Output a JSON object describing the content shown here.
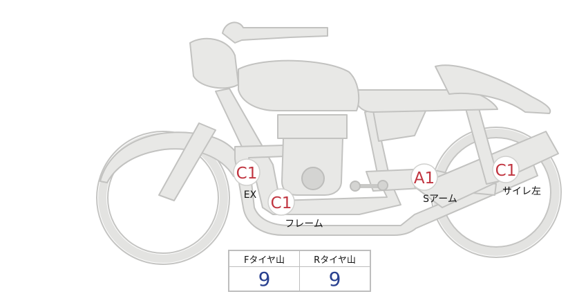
{
  "inspection_points": [
    {
      "grade": "C1",
      "label": "EX"
    },
    {
      "grade": "C1",
      "label": "フレーム"
    },
    {
      "grade": "A1",
      "label": "Sアーム"
    },
    {
      "grade": "C1",
      "label": "サイレ左"
    }
  ],
  "tire_tread": {
    "front_header": "Fタイヤ山",
    "rear_header": "Rタイヤ山",
    "front_value": "9",
    "rear_value": "9"
  }
}
